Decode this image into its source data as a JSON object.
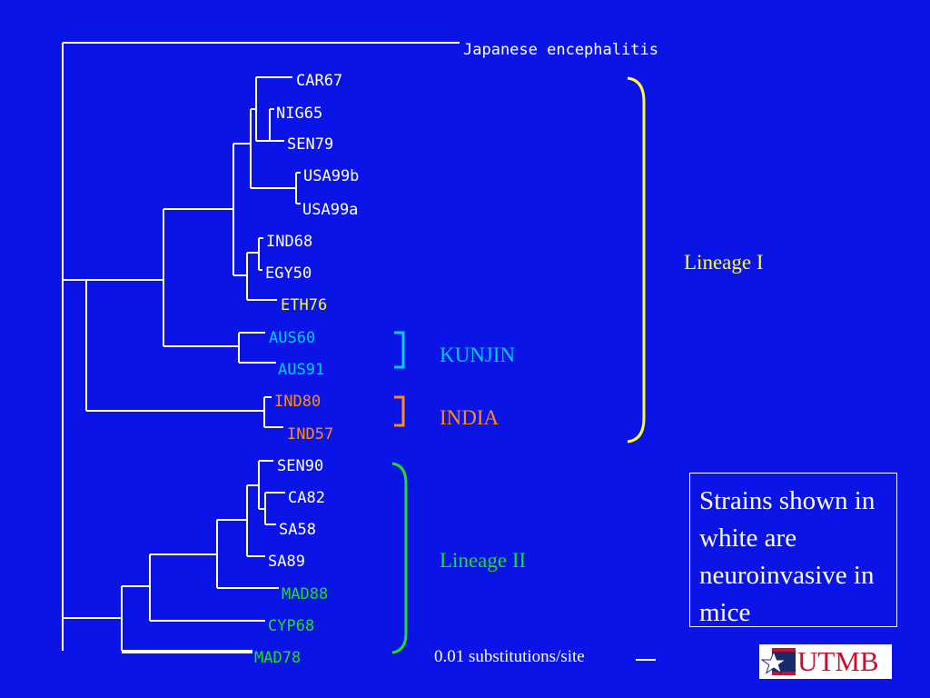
{
  "outgroup": "Japanese encephalitis",
  "leaves": {
    "car67": "CAR67",
    "nig65": "NIG65",
    "sen79": "SEN79",
    "usa99b": "USA99b",
    "usa99a": "USA99a",
    "ind68": "IND68",
    "egy50": "EGY50",
    "eth76": "ETH76",
    "aus60": "AUS60",
    "aus91": "AUS91",
    "ind80": "IND80",
    "ind57": "IND57",
    "sen90": "SEN90",
    "ca82": "CA82",
    "sa58": "SA58",
    "sa89": "SA89",
    "mad88": "MAD88",
    "cyp68": "CYP68",
    "mad78": "MAD78"
  },
  "groups": {
    "lineage1": "Lineage I",
    "kunjin": "KUNJIN",
    "india": "INDIA",
    "lineage2": "Lineage II"
  },
  "scale_label": "0.01 substitutions/site",
  "note": "Strains shown in white are neuroinvasive in mice",
  "logo_text": "UTMB",
  "colors": {
    "background": "#0a14e6",
    "neuroinvasive": "#ffffff",
    "lineage1_accent": "#ffff33",
    "kunjin": "#00ccff",
    "india": "#ff8c1a",
    "lineage2": "#22dd22",
    "logo_red": "#c8102e",
    "logo_navy": "#1a2a6c"
  }
}
